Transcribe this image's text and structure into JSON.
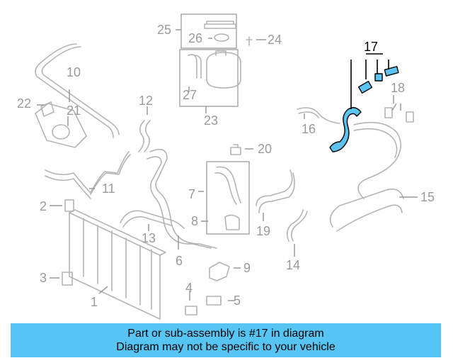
{
  "diagram": {
    "highlighted_part": "17",
    "callouts": [
      "1",
      "2",
      "3",
      "4",
      "5",
      "6",
      "7",
      "8",
      "9",
      "10",
      "11",
      "12",
      "13",
      "14",
      "15",
      "16",
      "17",
      "18",
      "19",
      "20",
      "21",
      "22",
      "23",
      "24",
      "25",
      "26",
      "27"
    ]
  },
  "banner": {
    "line1": "Part or sub-assembly is #17 in diagram",
    "line2": "Diagram may not be specific to your vehicle",
    "color": "#56c5f4"
  },
  "colors": {
    "highlight": "#5cc2f0",
    "line_art": "#b4b4b4",
    "callout": "#9a9a9a"
  }
}
